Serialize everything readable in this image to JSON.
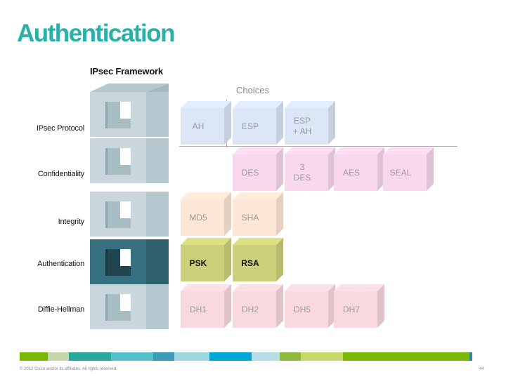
{
  "title": "Authentication",
  "framework": {
    "title": "IPsec Framework",
    "choices_label": "Choices",
    "rows": [
      {
        "label": "IPsec Protocol",
        "highlight": false
      },
      {
        "label": "Confidentiality",
        "highlight": false
      },
      {
        "label": "Integrity",
        "highlight": false
      },
      {
        "label": "Authentication",
        "highlight": true
      },
      {
        "label": "Diffie-Hellman",
        "highlight": false
      }
    ]
  },
  "choices": [
    [
      {
        "label": "AH",
        "color": "#dbe6f7"
      },
      {
        "label": "ESP",
        "color": "#dbe6f7"
      },
      {
        "label": "ESP\n+ AH",
        "color": "#dbe6f7"
      }
    ],
    [
      {
        "label": "DES",
        "color": "#f9d8ee"
      },
      {
        "label": "3\nDES",
        "color": "#f9d8ee"
      },
      {
        "label": "AES",
        "color": "#f9d8ee"
      },
      {
        "label": "SEAL",
        "color": "#f9d8ee"
      }
    ],
    [
      {
        "label": "MD5",
        "color": "#fde6d6"
      },
      {
        "label": "SHA",
        "color": "#fde6d6"
      }
    ],
    [
      {
        "label": "PSK",
        "color": "#ccd07a"
      },
      {
        "label": "RSA",
        "color": "#ccd07a"
      }
    ],
    [
      {
        "label": "DH1",
        "color": "#f9d9df"
      },
      {
        "label": "DH2",
        "color": "#f9d9df"
      },
      {
        "label": "DH5",
        "color": "#f9d9df"
      },
      {
        "label": "DH7",
        "color": "#f9d9df"
      }
    ]
  ],
  "colors": {
    "title": "#2ab0a8",
    "auth_highlight": "#37707e"
  },
  "footer": {
    "copyright": "© 2012 Cisco and/or its affiliates. All rights reserved.",
    "page_number": "44",
    "bar_colors": [
      "#7ab800",
      "#c5d9a8",
      "#2aa8a0",
      "#56c1cc",
      "#3a9cb9",
      "#9fd7e0",
      "#00a7d6",
      "#b5dde6",
      "#8cb93e",
      "#c9d86a",
      "#7ab800",
      "#2a8a9c"
    ]
  }
}
